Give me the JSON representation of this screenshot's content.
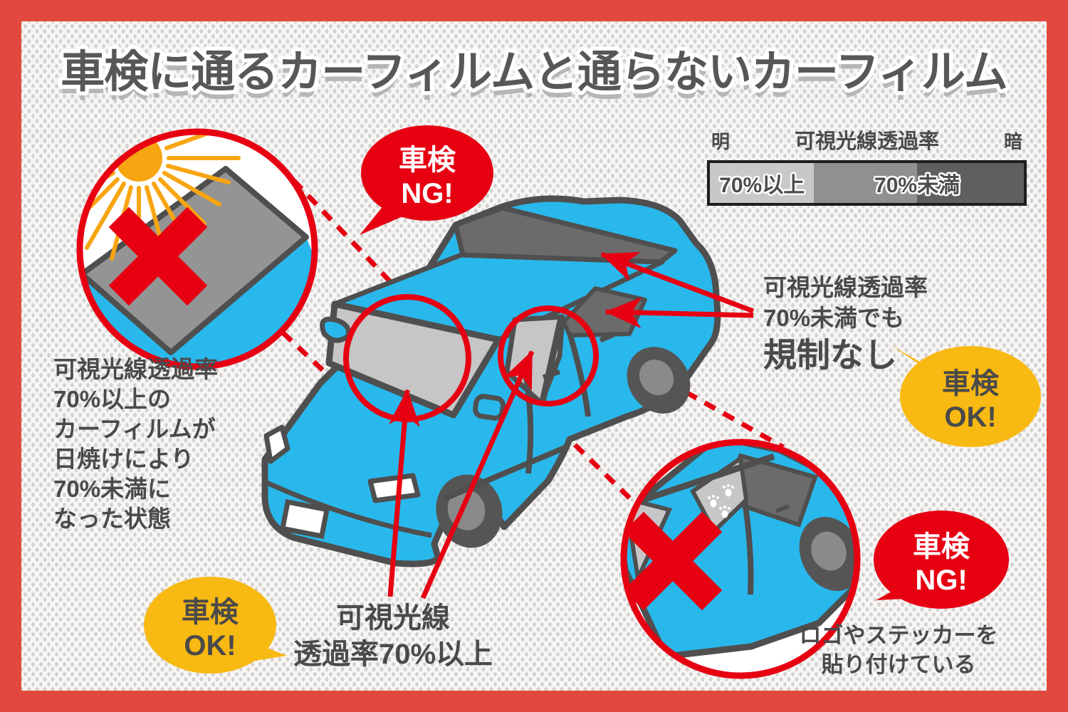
{
  "title": "車検に通るカーフィルムと通らないカーフィルム",
  "legend": {
    "bright_label": "明",
    "title": "可視光線透過率",
    "dark_label": "暗",
    "over70_label": "70%以上",
    "under70_label": "70%未満"
  },
  "bubbles": {
    "ng_top": {
      "line1": "車検",
      "line2": "NG!"
    },
    "ok_right": {
      "line1": "車検",
      "line2": "OK!"
    },
    "ok_bottom_left": {
      "line1": "車検",
      "line2": "OK!"
    },
    "ng_bottom_right": {
      "line1": "車検",
      "line2": "NG!"
    }
  },
  "notes": {
    "faded_film": {
      "lines": [
        "可視光線透過率",
        "70%以上の",
        "カーフィルムが",
        "日焼けにより",
        "70%未満に",
        "なった状態"
      ]
    },
    "rear_windows": {
      "line1": "可視光線透過率",
      "line2": "70%未満でも",
      "emphasis": "規制なし"
    },
    "front_windows": {
      "line1": "可視光線",
      "line2": "透過率70%以上"
    },
    "sticker": {
      "line1": "ロゴやステッカーを",
      "line2": "貼り付けている"
    }
  },
  "colors": {
    "frame_red": "#e2493e",
    "accent_red": "#e60012",
    "car_blue": "#29b8ec",
    "outline_gray": "#4f4f4f",
    "ok_yellow": "#f8b912",
    "sun_orange": "#f7a511",
    "light_film_gray": "#c6c6c6",
    "dark_film_gray": "#6b6b6b",
    "title_gray": "#585656",
    "text_dark": "#4a4a4a"
  }
}
